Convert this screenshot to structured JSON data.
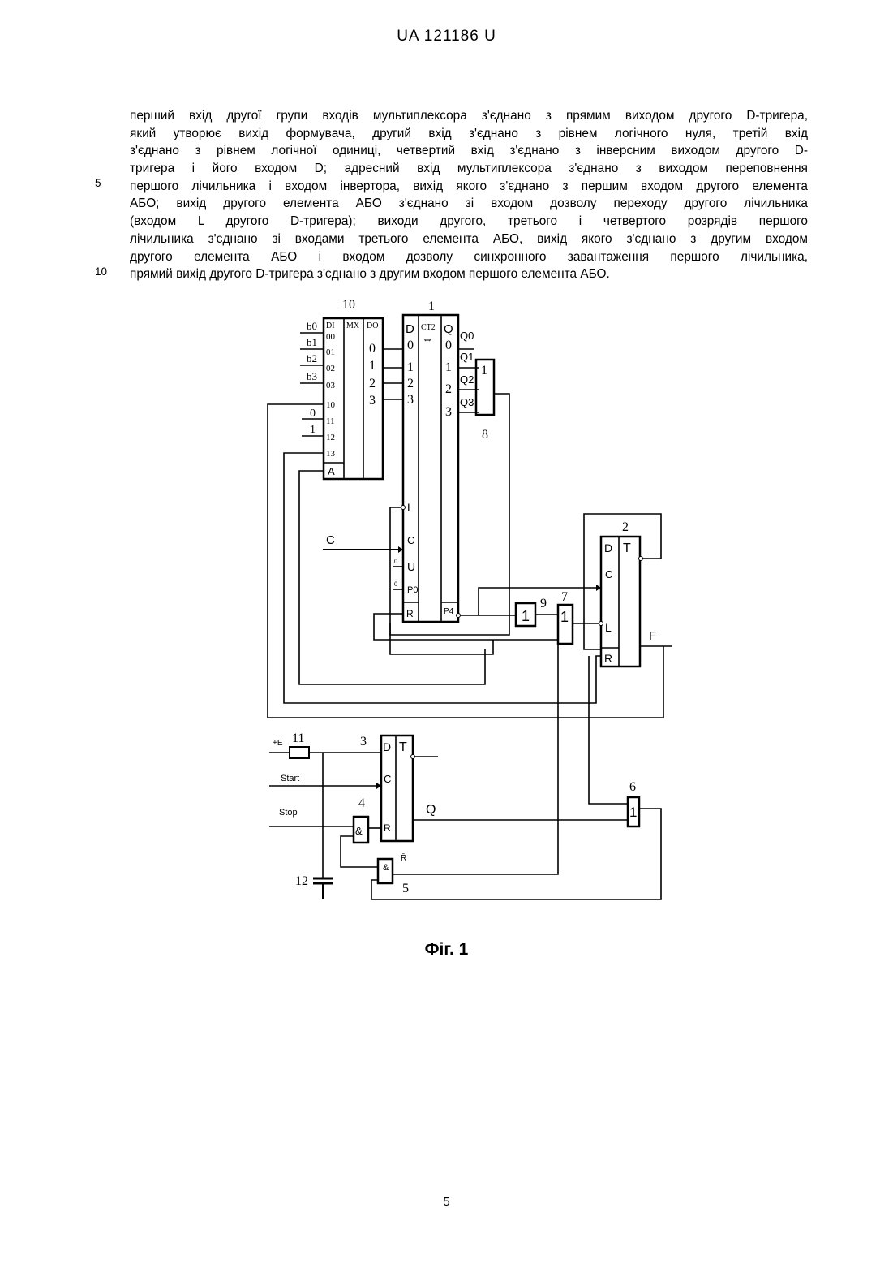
{
  "header": "UA   121186   U",
  "paragraph": [
    "перший вхід другої групи входів мультиплексора з'єднано з прямим виходом другого D-тригера,",
    "який утворює вихід формувача, другий вхід з'єднано з рівнем логічного нуля, третій вхід",
    "з'єднано з рівнем логічної одиниці, четвертий вхід з'єднано з інверсним виходом другого D-",
    "тригера і його входом D; адресний вхід мультиплексора з'єднано з виходом переповнення",
    "першого лічильника і входом інвертора, вихід якого з'єднано з першим входом другого елемента",
    "АБО; вихід другого елемента АБО з'єднано зі входом дозволу переходу другого лічильника",
    "(входом L другого D-тригера); виходи другого, третього і четвертого розрядів першого",
    "лічильника з'єднано зі входами третього елемента АБО, вихід якого з'єднано з другим входом",
    "другого елемента АБО і входом дозволу синхронного завантаження першого лічильника,",
    "прямий вихід другого D-тригера з'єднано з другим входом першого елемента АБО."
  ],
  "line_numbers": [
    "5",
    "10"
  ],
  "figure": {
    "mux": {
      "num": "10",
      "di": "DI",
      "mx": "MX",
      "do": "DO",
      "in0": "00",
      "in1": "01",
      "in2": "02",
      "in3": "03",
      "in4": "10",
      "in5": "11",
      "in6": "12",
      "in7": "13",
      "a": "A",
      "out0": "0",
      "out1": "1",
      "out2": "2",
      "out3": "3",
      "b0": "b0",
      "b1": "b1",
      "b2": "b2",
      "b3": "b3",
      "zero": "0",
      "one": "1"
    },
    "counter": {
      "num": "1",
      "d": "D",
      "ct": "CT2",
      "arrows": "⇔",
      "q": "Q",
      "in0": "0",
      "in1": "1",
      "in2": "2",
      "in3": "3",
      "out0": "0",
      "out1": "1",
      "out2": "2",
      "out3": "3",
      "l": "L",
      "c": "C",
      "u": "U",
      "p0": "P0",
      "r": "R",
      "p4": "P4",
      "q0": "Q0",
      "q1": "Q1",
      "q2": "Q2",
      "q3": "Q3",
      "u_in": "0",
      "p_in": "0"
    },
    "or8": {
      "sym": "1",
      "num": "8"
    },
    "inv9": {
      "sym": "1",
      "num": "9"
    },
    "or7": {
      "sym": "1",
      "num": "7"
    },
    "trig2": {
      "num": "2",
      "d": "D",
      "t": "T",
      "c": "C",
      "l": "L",
      "r": "R"
    },
    "trig3": {
      "num": "3",
      "d": "D",
      "t": "T",
      "c": "C",
      "r": "R"
    },
    "and4": {
      "sym": "&",
      "num": "4"
    },
    "and5": {
      "sym": "&",
      "num": "5",
      "rbar": "R̄"
    },
    "or6": {
      "sym": "1",
      "num": "6"
    },
    "res11": {
      "num": "11"
    },
    "cap12": {
      "num": "12"
    },
    "labels": {
      "c": "C",
      "f": "F",
      "e": "+E",
      "start": "Start",
      "stop": "Stop",
      "q": "Q"
    }
  },
  "caption": "Фіг. 1",
  "page_number": "5"
}
